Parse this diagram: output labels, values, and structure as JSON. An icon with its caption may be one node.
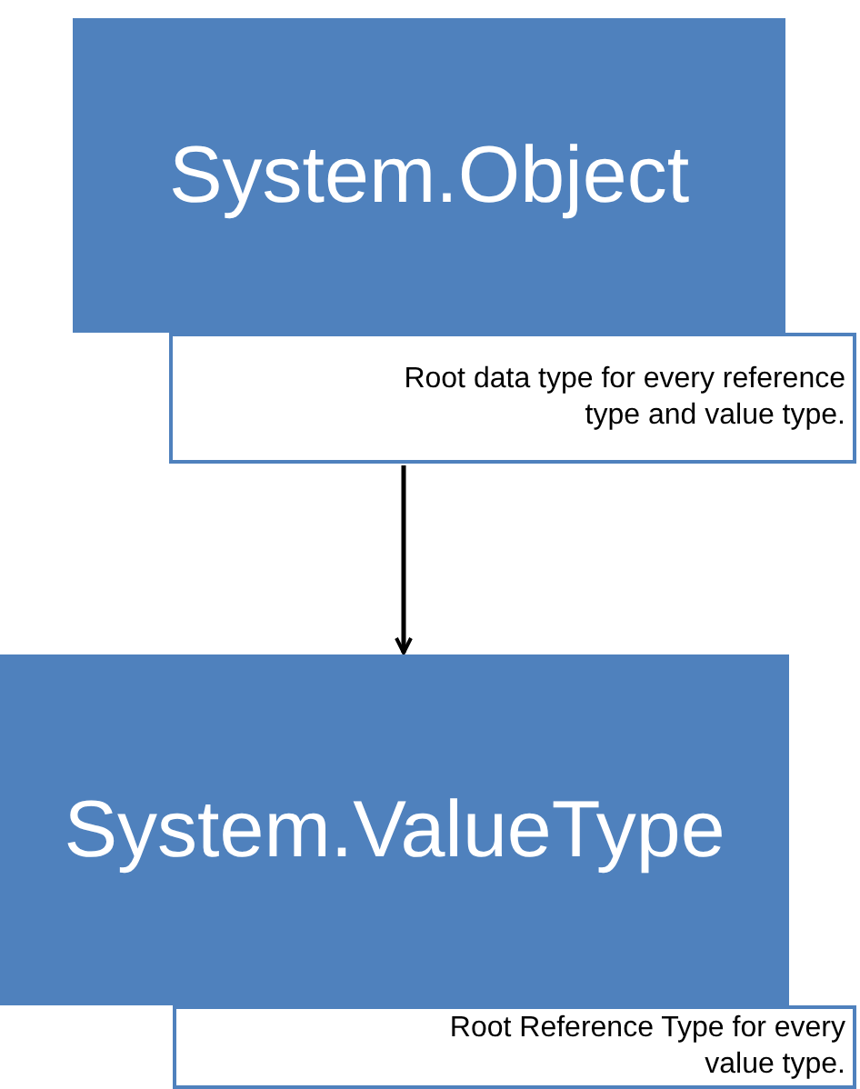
{
  "diagram": {
    "nodes": [
      {
        "text": [
          "System.Object"
        ]
      },
      {
        "text": [
          "Root data type for every reference type and value type."
        ]
      },
      {
        "text": [
          "System.ValueType"
        ]
      },
      {
        "text": [
          "Root Reference Type for every value type."
        ]
      }
    ],
    "edges": [
      {
        "from": 1,
        "to": 2,
        "arrow": "to"
      }
    ]
  }
}
